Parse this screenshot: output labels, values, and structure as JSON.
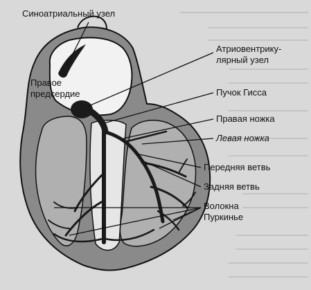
{
  "labels": {
    "sa_node": "Синоатриальный узел",
    "right_atrium": "Правое\nпредсердие",
    "av_node": "Атриовентрику-\nлярный узел",
    "his_bundle": "Пучок Гисса",
    "right_bundle": "Правая ножка",
    "left_bundle": "Левая ножка",
    "anterior_branch": "Передняя ветвь",
    "posterior_branch": "Задняя ветвь",
    "purkinje": "Волокна\nПуркинье"
  },
  "colors": {
    "background": "#d9d9d9",
    "myocardium": "#8a8a8a",
    "outline": "#111111",
    "interior": "#f2f2f2",
    "conduction": "#1a1a1a"
  }
}
